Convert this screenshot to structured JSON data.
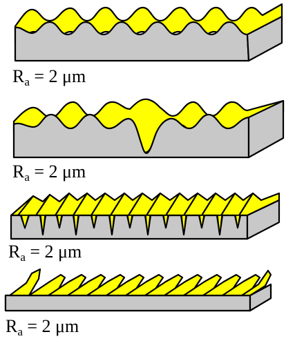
{
  "colors": {
    "yellow": "#FFFF00",
    "grey": "#C8C8C8",
    "outline": "#000000"
  },
  "panels": [
    {
      "label": {
        "symbol": "R",
        "subscript": "a",
        "rest": " = 2 μm"
      }
    },
    {
      "label": {
        "symbol": "R",
        "subscript": "a",
        "rest": " = 2 μm"
      }
    },
    {
      "label": {
        "symbol": "R",
        "subscript": "a",
        "rest": " = 2 μm"
      }
    },
    {
      "label": {
        "symbol": "R",
        "subscript": "a",
        "rest": " = 2 μm"
      }
    }
  ]
}
